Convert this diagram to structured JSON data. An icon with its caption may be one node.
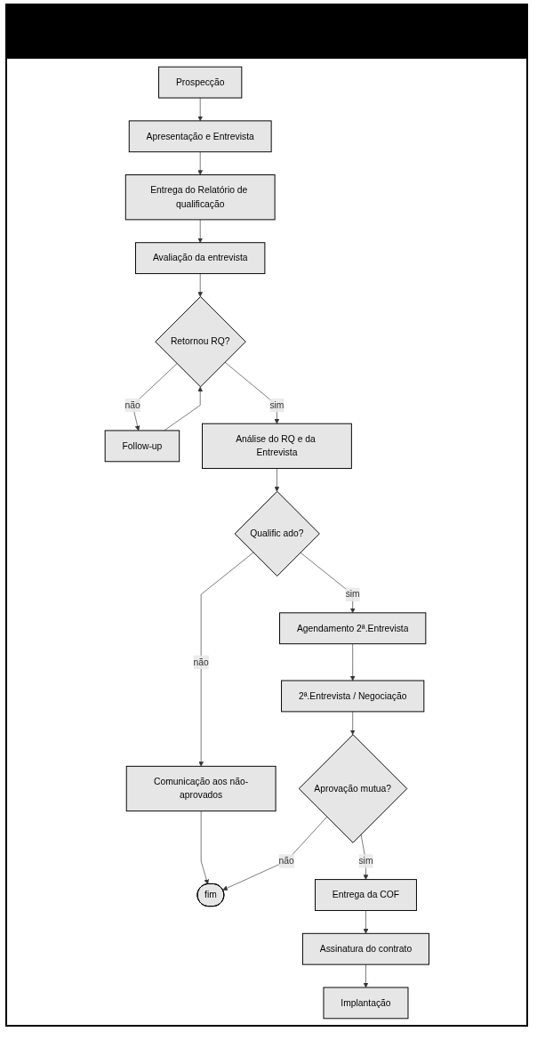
{
  "diagram": {
    "nodes": [
      {
        "text": [
          "Prospecção"
        ]
      },
      {
        "text": [
          "Apresentação e Entrevista"
        ]
      },
      {
        "text": [
          "Entrega do Relatório de qualificação"
        ]
      },
      {
        "text": [
          "Avaliação da entrevista"
        ]
      },
      {
        "text": [
          "Follow-up"
        ]
      },
      {
        "text": [
          "Retornou RQ?"
        ]
      },
      {
        "text": [
          "Análise do RQ e da Entrevista"
        ]
      },
      {
        "text": [
          "Qualific ado?"
        ]
      },
      {
        "text": [
          "Comunicação aos não-aprovados"
        ]
      },
      {
        "text": [
          "fim"
        ]
      },
      {
        "text": [
          "Agendamento 2ª.Entrevista"
        ]
      },
      {
        "text": [
          "2ª.Entrevista / Negociação"
        ]
      },
      {
        "text": [
          "Aprovação mutua?"
        ]
      },
      {
        "text": [
          "Entrega da COF"
        ]
      },
      {
        "text": [
          "Assinatura do contrato"
        ]
      },
      {
        "text": [
          "Implantação"
        ]
      }
    ],
    "edges": [
      {
        "from": 0,
        "to": 1,
        "arrow": "to"
      },
      {
        "from": 1,
        "to": 2,
        "arrow": "to"
      },
      {
        "from": 2,
        "to": 3,
        "arrow": "to"
      },
      {
        "from": 3,
        "to": 5,
        "arrow": "to"
      },
      {
        "from": 5,
        "to": 4,
        "arrow": "to",
        "label": "não"
      },
      {
        "from": 4,
        "to": 5,
        "arrow": "to"
      },
      {
        "from": 5,
        "to": 6,
        "arrow": "to",
        "label": "sim"
      },
      {
        "from": 6,
        "to": 7,
        "arrow": "to"
      },
      {
        "from": 7,
        "to": 8,
        "arrow": "to",
        "label": "não"
      },
      {
        "from": 7,
        "to": 10,
        "arrow": "to",
        "label": "sim"
      },
      {
        "from": 8,
        "to": 9,
        "arrow": "to"
      },
      {
        "from": 10,
        "to": 11,
        "arrow": "to"
      },
      {
        "from": 11,
        "to": 12,
        "arrow": "to"
      },
      {
        "from": 12,
        "to": 13,
        "arrow": "to",
        "label": "sim"
      },
      {
        "from": 12,
        "to": 9,
        "arrow": "to",
        "label": "não"
      },
      {
        "from": 13,
        "to": 14,
        "arrow": "to"
      },
      {
        "from": 14,
        "to": 15,
        "arrow": "to"
      }
    ]
  }
}
